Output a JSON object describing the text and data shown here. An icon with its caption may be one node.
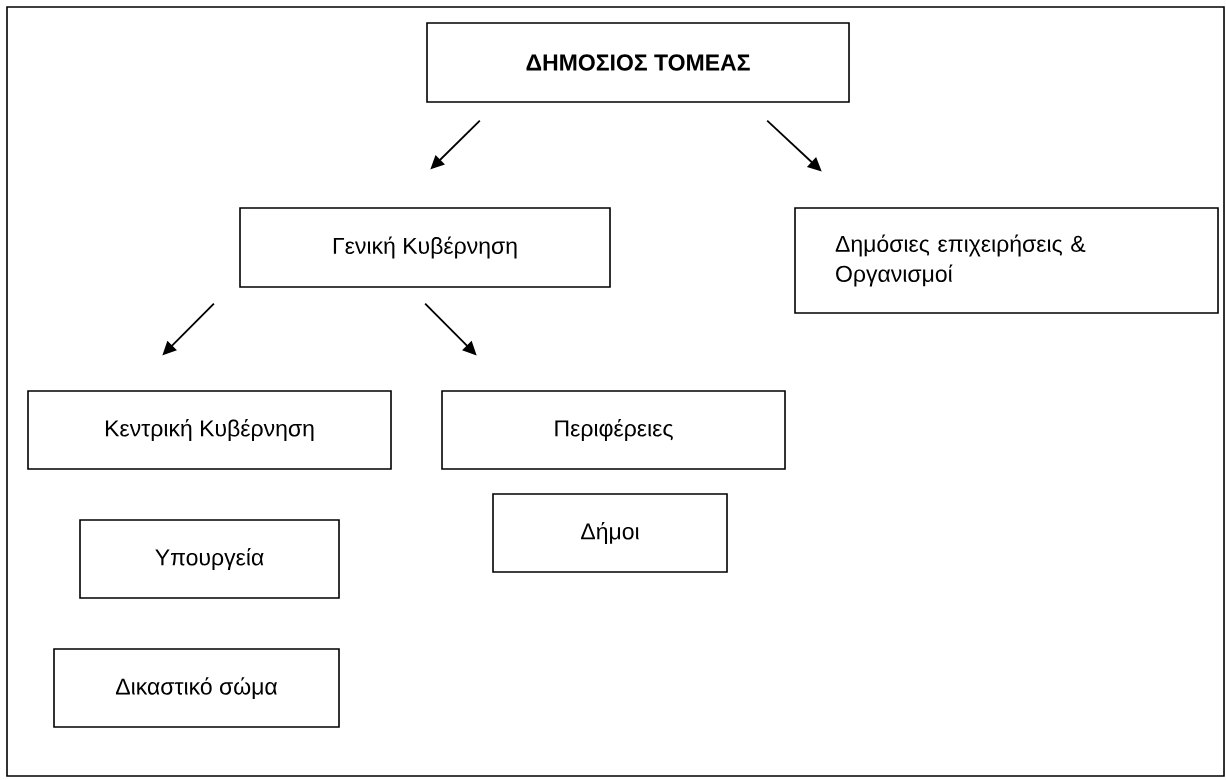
{
  "diagram": {
    "nodes": [
      {
        "text": [
          "ΔΗΜΟΣΙΟΣ ΤΟΜΕΑΣ"
        ]
      },
      {
        "text": [
          "Γενική Κυβέρνηση"
        ]
      },
      {
        "text": [
          "Δημόσιες επιχειρήσεις & Οργανισμοί"
        ]
      },
      {
        "text": [
          "Κεντρική Κυβέρνηση"
        ]
      },
      {
        "text": [
          "Περιφέρειες"
        ]
      },
      {
        "text": [
          "Υπουργεία"
        ]
      },
      {
        "text": [
          "Δήμοι"
        ]
      },
      {
        "text": [
          "Δικαστικό σώμα"
        ]
      }
    ],
    "edges": [
      {
        "from": 0,
        "to": 1,
        "arrow": "to"
      },
      {
        "from": 0,
        "to": 2,
        "arrow": "to"
      },
      {
        "from": 1,
        "to": 3,
        "arrow": "to"
      },
      {
        "from": 1,
        "to": 4,
        "arrow": "to"
      }
    ]
  }
}
